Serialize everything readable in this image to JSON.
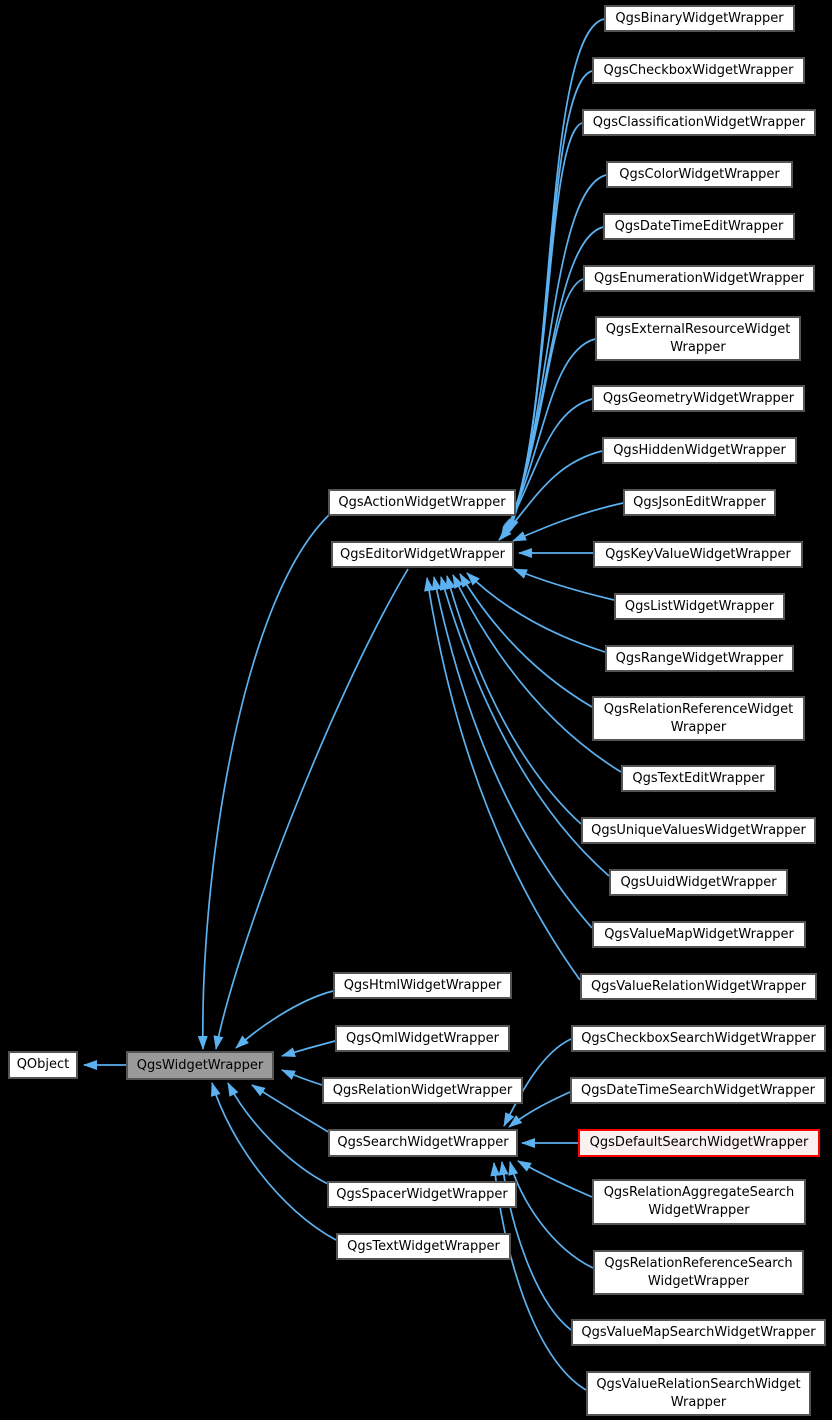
{
  "diagram": {
    "type": "class-inheritance-graph",
    "colors": {
      "background": "#000000",
      "edge": "#5cb1f0",
      "node_fill": "#ffffff",
      "node_border": "#545454",
      "current_fill": "#9a9a9a",
      "highlight_fill": "#fbf0f0",
      "highlight_border": "#fe0000",
      "text": "#000000"
    },
    "nodes": [
      {
        "label": "QObject"
      },
      {
        "label": "QgsWidgetWrapper",
        "role": "current"
      },
      {
        "label": "QgsActionWidgetWrapper"
      },
      {
        "label": "QgsEditorWidgetWrapper"
      },
      {
        "label": "QgsHtmlWidgetWrapper"
      },
      {
        "label": "QgsQmlWidgetWrapper"
      },
      {
        "label": "QgsRelationWidgetWrapper"
      },
      {
        "label": "QgsSearchWidgetWrapper"
      },
      {
        "label": "QgsSpacerWidgetWrapper"
      },
      {
        "label": "QgsTextWidgetWrapper"
      },
      {
        "label": "QgsBinaryWidgetWrapper"
      },
      {
        "label": "QgsCheckboxWidgetWrapper"
      },
      {
        "label": "QgsClassificationWidgetWrapper"
      },
      {
        "label": "QgsColorWidgetWrapper"
      },
      {
        "label": "QgsDateTimeEditWrapper"
      },
      {
        "label": "QgsEnumerationWidgetWrapper"
      },
      {
        "label": "QgsExternalResourceWidget\nWrapper"
      },
      {
        "label": "QgsGeometryWidgetWrapper"
      },
      {
        "label": "QgsHiddenWidgetWrapper"
      },
      {
        "label": "QgsJsonEditWrapper"
      },
      {
        "label": "QgsKeyValueWidgetWrapper"
      },
      {
        "label": "QgsListWidgetWrapper"
      },
      {
        "label": "QgsRangeWidgetWrapper"
      },
      {
        "label": "QgsRelationReferenceWidget\nWrapper"
      },
      {
        "label": "QgsTextEditWrapper"
      },
      {
        "label": "QgsUniqueValuesWidgetWrapper"
      },
      {
        "label": "QgsUuidWidgetWrapper"
      },
      {
        "label": "QgsValueMapWidgetWrapper"
      },
      {
        "label": "QgsValueRelationWidgetWrapper"
      },
      {
        "label": "QgsCheckboxSearchWidgetWrapper"
      },
      {
        "label": "QgsDateTimeSearchWidgetWrapper"
      },
      {
        "label": "QgsDefaultSearchWidgetWrapper",
        "role": "truncated"
      },
      {
        "label": "QgsRelationAggregateSearch\nWidgetWrapper"
      },
      {
        "label": "QgsRelationReferenceSearch\nWidgetWrapper"
      },
      {
        "label": "QgsValueMapSearchWidgetWrapper"
      },
      {
        "label": "QgsValueRelationSearchWidget\nWrapper"
      }
    ]
  }
}
